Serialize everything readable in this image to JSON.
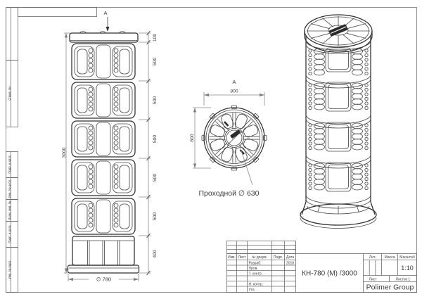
{
  "drawing": {
    "format_labels": {
      "sprav": "Справ. №",
      "podp_data_1": "Подп. и дата",
      "inv_dubl": "Инв. № дубл.",
      "vzam_inv": "Взам. инв. №",
      "podp_data_2": "Подп. и дата",
      "inv_podl": "Инв. № подл."
    },
    "front_view": {
      "section_label": "А",
      "height_total": "3000",
      "chain": [
        "100",
        "500",
        "500",
        "500",
        "500",
        "500",
        "400"
      ],
      "diameter": "∅ 780"
    },
    "top_view": {
      "view_label": "А",
      "width": "800",
      "height": "800",
      "callout": "Проходной ∅ 630"
    },
    "title_block": {
      "rev_cols": [
        "Изм.",
        "Лист",
        "№ докум.",
        "Подп.",
        "Дата"
      ],
      "roles": [
        "Разраб.",
        "Пров.",
        "Т. контр.",
        "Н. контр.",
        "Утв."
      ],
      "date": "2018",
      "designation": "КН-780 (М) /3000",
      "lit": "Лит.",
      "mass": "Масса",
      "scale_label": "Масштаб",
      "scale": "1:10",
      "sheet": "Лист",
      "sheets": "Листов 1",
      "company": "Polimer Group"
    }
  }
}
